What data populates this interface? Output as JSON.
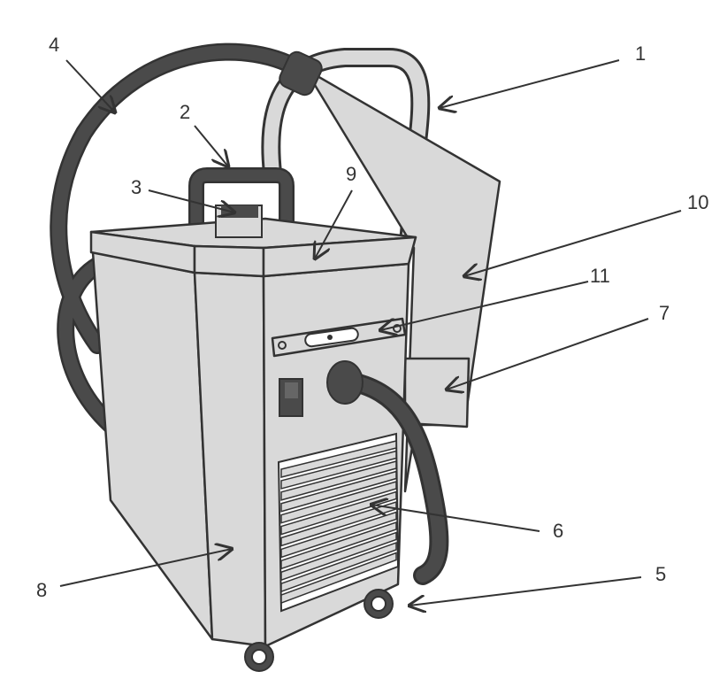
{
  "labels": [
    "1",
    "2",
    "3",
    "4",
    "5",
    "6",
    "7",
    "8",
    "9",
    "10",
    "11"
  ],
  "colors": {
    "body": "#d9d9d9",
    "outline": "#333333",
    "hose": "#4a4a4a"
  }
}
